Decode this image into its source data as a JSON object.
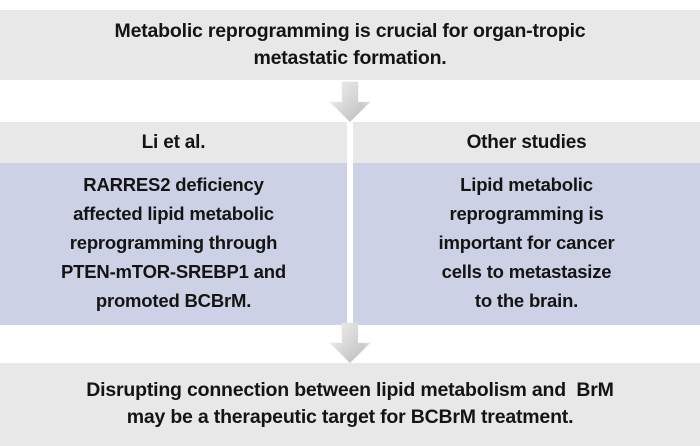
{
  "figure": {
    "top_banner": {
      "lines": [
        "Metabolic reprogramming is crucial for organ-tropic",
        "metastatic formation."
      ]
    },
    "arrows": {
      "top_arrow_name": "down-arrow-icon",
      "bottom_arrow_name": "down-arrow-icon"
    },
    "compare": {
      "columns": [
        {
          "header": "Li et al.",
          "lines": [
            "RARRES2 deficiency",
            "affected lipid metabolic",
            "reprogramming through",
            "PTEN-mTOR-SREBP1 and",
            "promoted BCBrM."
          ]
        },
        {
          "header": "Other studies",
          "lines": [
            "Lipid metabolic",
            "reprogramming is",
            "important for cancer",
            "cells to metastasize",
            "to the brain."
          ]
        }
      ]
    },
    "bottom_banner": {
      "lines": [
        "Disrupting connection between lipid metabolism and  BrM",
        "may be a therapeutic target for BCBrM treatment."
      ]
    },
    "colors": {
      "banner_gray": "#e8e8e8",
      "panel_lavender": "#ccd1e6",
      "arrow_gray_light": "#f2f2f2",
      "arrow_gray_dark": "#b8b8b8",
      "text": "#141414",
      "page_background": "#ffffff",
      "divider": "#ffffff"
    }
  }
}
